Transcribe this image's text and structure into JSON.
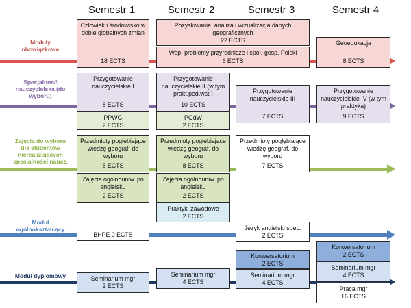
{
  "semesters": [
    "Semestr 1",
    "Semestr 2",
    "Semestr 3",
    "Semestr 4"
  ],
  "colors": {
    "obowiazkowe": "#d9534f",
    "nauczycielska": "#8064a2",
    "zajecia": "#9bbb59",
    "ogolnoksztalcacy": "#4f81bd",
    "dyplomowy": "#1f3864"
  },
  "rows": {
    "obowiazkowe": {
      "label": "Moduły obowiązkowe"
    },
    "nauczycielska": {
      "label": "Specjalność nauczycielska (do wyboru)"
    },
    "zajecia": {
      "label": "Zajęcia do wyboru dla studentów nierealizujących specjalności naucz."
    },
    "ogolnoksztalcacy": {
      "label": "Moduł ogólnokształcący"
    },
    "dyplomowy": {
      "label": "Moduł dyplomowy"
    }
  },
  "boxes": {
    "czlowiek": {
      "title": "Człowiek i środowisko w dobie globalnych zmian",
      "ects": "18 ECTS"
    },
    "pozyskiwanie": {
      "title": "Pozyskiwanie, analiza i wizualizacja danych geograficznych",
      "ects": "22 ECTS"
    },
    "wsp": {
      "title": "Wsp. problemy przyrodnicze i społ.-gosp. Polski",
      "ects": "6 ECTS"
    },
    "geoedukacja": {
      "title": "Geoedukacja",
      "ects": "8 ECTS"
    },
    "prz1": {
      "title": "Przygotowanie nauczycielskie I",
      "ects": "8 ECTS"
    },
    "prz2": {
      "title": "Przygotowanie nauczycielskie II (w tym prakt.ped.wst.)",
      "ects": "10 ECTS"
    },
    "prz3": {
      "title": "Przygotowanie nauczycielskie III",
      "ects": "7 ECTS"
    },
    "prz4": {
      "title": "Przygotowanie nauczycielskie IV (w tym praktyka)",
      "ects": "9 ECTS"
    },
    "ppwg": {
      "title": "PPWG",
      "ects": "2 ECTS"
    },
    "pgdw": {
      "title": "PGdW",
      "ects": "2 ECTS"
    },
    "pp1": {
      "title": "Przedmioty pogłębiające wiedzę geograf. do wyboru",
      "ects": "8 ECTS"
    },
    "pp2": {
      "title": "Przedmioty pogłębiające wiedzę geograf. do wyboru",
      "ects": "8 ECTS"
    },
    "pp3": {
      "title": "Przedmioty pogłębiające wiedzę geograf. do wyboru",
      "ects": "7 ECTS"
    },
    "zaj1": {
      "title": "Zajęcia ogólnouniw. po angielsku",
      "ects": "2 ECTS"
    },
    "zaj2": {
      "title": "Zajęcia ogólnouniw. po angielsku",
      "ects": "2 ECTS"
    },
    "praktyki": {
      "title": "Praktyki zawodowe",
      "ects": "2 ECTS"
    },
    "bhpe": {
      "title": "BHPE 0 ECTS"
    },
    "jezyk": {
      "title": "Język angielski spec.",
      "ects": "2 ECTS"
    },
    "konw3": {
      "title": "Konwersatorium",
      "ects": "2 ECTS"
    },
    "konw4": {
      "title": "Konwersatorium",
      "ects": "2 ECTS"
    },
    "sem1": {
      "title": "Seminarium mgr",
      "ects": "2 ECTS"
    },
    "sem2": {
      "title": "Seminarium mgr",
      "ects": "4 ECTS"
    },
    "sem3": {
      "title": "Seminarium mgr",
      "ects": "4 ECTS"
    },
    "sem4": {
      "title": "Seminarium mgr",
      "ects": "4 ECTS"
    },
    "praca": {
      "title": "Praca mgr",
      "ects": "16 ECTS"
    }
  }
}
